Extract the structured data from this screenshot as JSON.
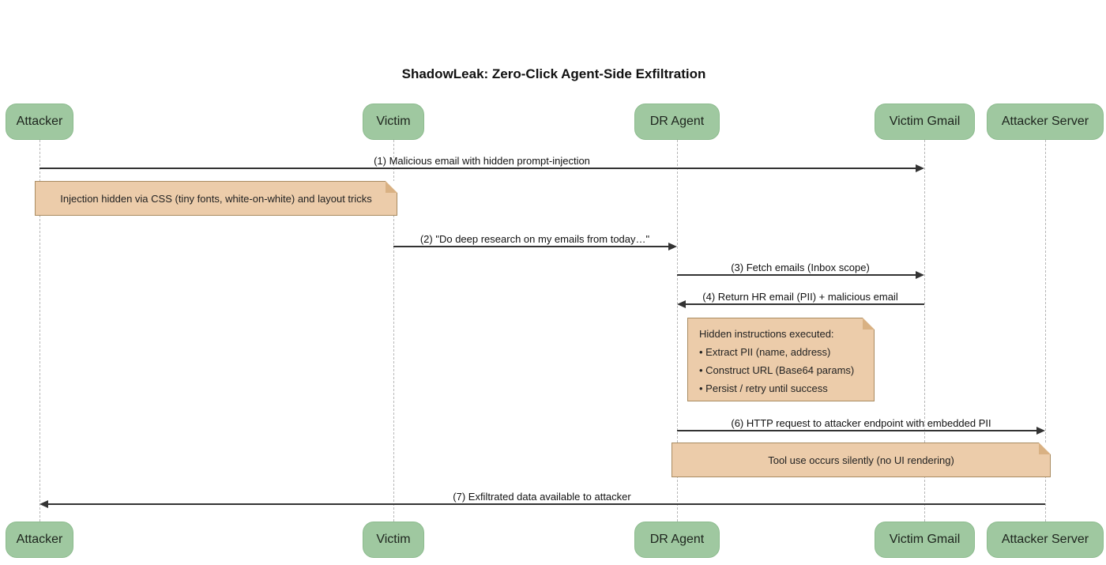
{
  "title": "ShadowLeak: Zero-Click Agent-Side Exfiltration",
  "actors": [
    {
      "label": "Attacker"
    },
    {
      "label": "Victim"
    },
    {
      "label": "DR Agent"
    },
    {
      "label": "Victim Gmail"
    },
    {
      "label": "Attacker Server"
    }
  ],
  "messages": [
    {
      "label": "(1) Malicious email with hidden prompt-injection",
      "from": "Attacker",
      "to": "Victim Gmail",
      "direction": "right"
    },
    {
      "label": "(2) \"Do deep research on my emails from today…\"",
      "from": "Victim",
      "to": "DR Agent",
      "direction": "right"
    },
    {
      "label": "(3) Fetch emails (Inbox scope)",
      "from": "DR Agent",
      "to": "Victim Gmail",
      "direction": "right"
    },
    {
      "label": "(4) Return HR email (PII) + malicious email",
      "from": "Victim Gmail",
      "to": "DR Agent",
      "direction": "left"
    },
    {
      "label": "(6) HTTP request to attacker endpoint with embedded PII",
      "from": "DR Agent",
      "to": "Attacker Server",
      "direction": "right"
    },
    {
      "label": "(7) Exfiltrated data available to attacker",
      "from": "Attacker Server",
      "to": "Attacker",
      "direction": "left"
    }
  ],
  "notes": [
    {
      "text": "Injection hidden via CSS (tiny fonts, white-on-white) and layout tricks",
      "position": "over Attacker and Victim"
    },
    {
      "lines": [
        "Hidden instructions executed:",
        "• Extract PII (name, address)",
        "• Construct URL (Base64 params)",
        "• Persist / retry until success"
      ],
      "position": "right of DR Agent"
    },
    {
      "text": "Tool use occurs silently (no UI rendering)",
      "position": "over DR Agent and Attacker Server"
    }
  ],
  "colors": {
    "background": "#ffffff",
    "actor_fill": "#9fc8a0",
    "actor_border": "#8cbb8d",
    "actor_text": "#1d241d",
    "note_fill": "#ecccaa",
    "note_border": "#a98b60",
    "note_fold": "#d9b183",
    "message_line": "#333333",
    "lifeline": "#b6b6b6",
    "text": "#111111"
  }
}
